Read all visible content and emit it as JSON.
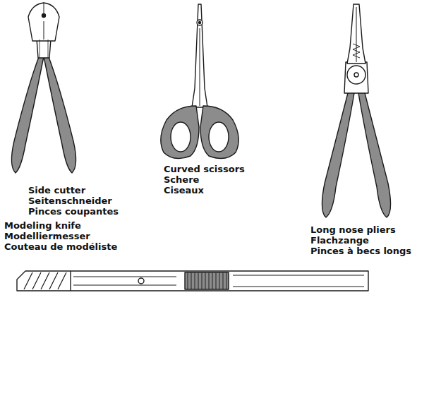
{
  "diagram": {
    "labels": [
      "Side cutter",
      "Seitenschneider",
      "Pinces coupantes",
      "Curved scissors",
      "Schere",
      "Ciseaux",
      "Modeling knife",
      "Modelliermesser",
      "Couteau de modéliste",
      "Long nose pliers",
      "Flachzange",
      "Pinces à becs longs"
    ]
  }
}
